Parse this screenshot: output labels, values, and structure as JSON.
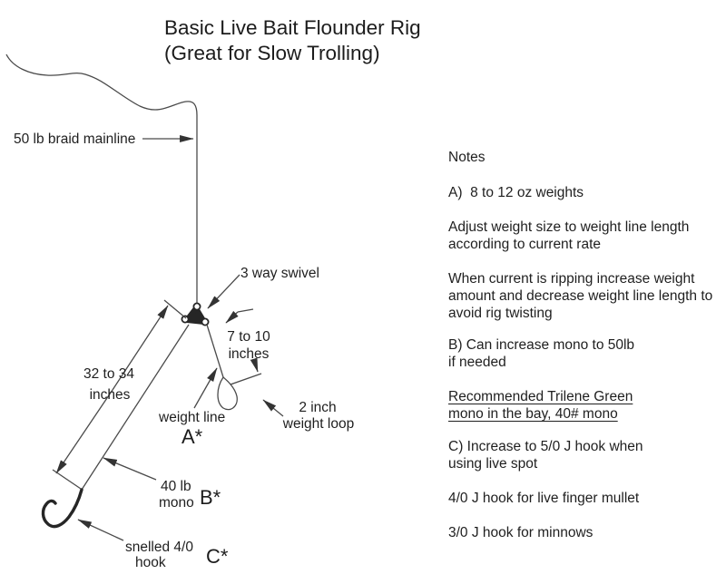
{
  "title": {
    "line1": "Basic Live Bait Flounder Rig",
    "line2": "(Great for Slow Trolling)"
  },
  "diagram": {
    "mainline_label": "50 lb braid mainline",
    "swivel_label": "3 way swivel",
    "leader_dim": {
      "line1": "32 to 34",
      "line2": "inches"
    },
    "weight_dim": {
      "line1": "7 to 10",
      "line2": "inches"
    },
    "weight_line_label": "weight line",
    "marker_a": "A*",
    "weight_loop_label": {
      "line1": "2 inch",
      "line2": "weight loop"
    },
    "mono_label": {
      "line1": "40 lb",
      "line2": "mono"
    },
    "marker_b": "B*",
    "hook_label": {
      "line1": "snelled 4/0",
      "line2": "hook"
    },
    "marker_c": "C*"
  },
  "notes": {
    "title": "Notes",
    "items": [
      {
        "lines": [
          "A)  8 to 12 oz weights"
        ]
      },
      {
        "lines": [
          "Adjust weight size to weight line length",
          "according to current rate"
        ]
      },
      {
        "lines": [
          "When current is ripping increase weight",
          "amount and decrease weight line length to",
          "avoid rig twisting"
        ]
      },
      {
        "lines": [
          "B) Can increase mono to 50lb",
          "if needed"
        ]
      },
      {
        "lines": [
          "Recommended Trilene Green",
          "mono in the bay, 40# mono"
        ],
        "underline": true
      },
      {
        "lines": [
          "C) Increase to 5/0 J hook when",
          "using live spot"
        ]
      },
      {
        "lines": [
          "4/0 J hook for live finger mullet"
        ]
      },
      {
        "lines": [
          "3/0 J hook for minnows"
        ]
      }
    ]
  },
  "colors": {
    "ink": "#1f1f1f",
    "line": "#4a4a4a",
    "background": "#ffffff"
  }
}
